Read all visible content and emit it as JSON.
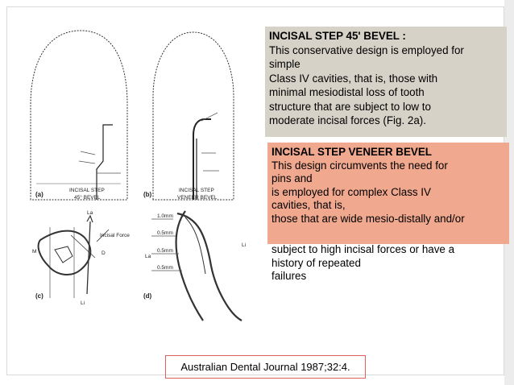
{
  "box1": {
    "title": "INCISAL STEP 45' BEVEL :",
    "lines": [
      "This conservative design is employed for",
      "simple",
      "Class IV cavities, that is, those with",
      "minimal mesiodistal loss of tooth",
      "structure that are subject to low to",
      "moderate incisal forces (Fig. 2a)."
    ]
  },
  "box2": {
    "title": "INCISAL STEP VENEER BEVEL",
    "lines": [
      "This design circumvents the need for",
      "pins and",
      "is employed for complex Class IV",
      "cavities, that is,",
      "those that are wide mesio-distally and/or"
    ],
    "tail_lines": [
      "subject to high incisal forces or have a",
      "history of repeated",
      "failures"
    ]
  },
  "citation": "Australian Dental Journal 1987;32:4.",
  "figure": {
    "panel_a": {
      "letter": "(a)",
      "caption_1": "INCISAL STEP",
      "caption_2": "45° BEVEL"
    },
    "panel_b": {
      "letter": "(b)",
      "caption_1": "INCISAL STEP",
      "caption_2": "VENEER BEVEL"
    },
    "panel_c": {
      "letter": "(c)",
      "force_label": "Incisal Force",
      "la": "La",
      "li": "Li",
      "m": "M",
      "d": "D"
    },
    "panel_d": {
      "letter": "(d)",
      "la": "La",
      "li": "Li",
      "thicknesses": [
        "1.0mm",
        "0.5mm",
        "0.5mm",
        "0.5mm"
      ]
    }
  },
  "colors": {
    "box1_bg": "#d7d2c7",
    "box2_bg": "#f0a88e",
    "citation_border": "#e06060"
  }
}
